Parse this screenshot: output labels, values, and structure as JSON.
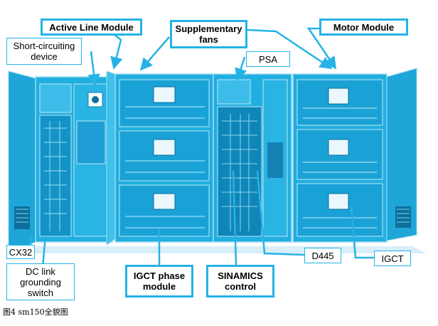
{
  "labels": {
    "active_line_module": "Active Line Module",
    "supplementary_fans": "Supplementary\nfans",
    "motor_module": "Motor Module",
    "short_circuiting_device": "Short-circuiting\ndevice",
    "psa": "PSA",
    "cx32": "CX32",
    "dc_link_grounding_switch": "DC link\ngrounding\nswitch",
    "igct_phase_module": "IGCT phase\nmodule",
    "sinamics_control": "SINAMICS\ncontrol",
    "d445": "D445",
    "igct": "IGCT"
  },
  "caption": "图4 sm150全貌图",
  "colors": {
    "cabinet_blue": "#21aee0",
    "cabinet_dark": "#0f86b8",
    "label_border": "#25b3e6",
    "leader_line": "#25b3e6"
  }
}
